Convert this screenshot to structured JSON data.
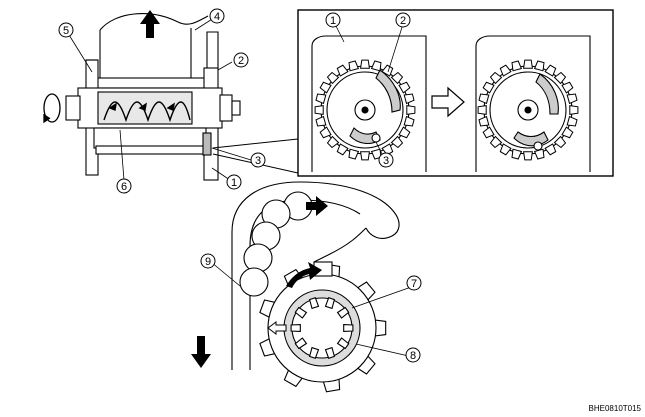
{
  "callouts": {
    "c1": "1",
    "c2": "2",
    "c3": "3",
    "c4": "4",
    "c5": "5",
    "c6": "6",
    "c7": "7",
    "c8": "8",
    "c9": "9",
    "detail_c1": "1",
    "detail_c2": "2",
    "detail_c3": "3"
  },
  "figure_code": "BHE0810T015",
  "icons": {
    "up_arrow": "up-arrow",
    "down_arrow": "down-arrow",
    "right_arrow": "right-arrow",
    "rotation": "rotation-arrow",
    "transition": "hollow-right-arrow"
  }
}
